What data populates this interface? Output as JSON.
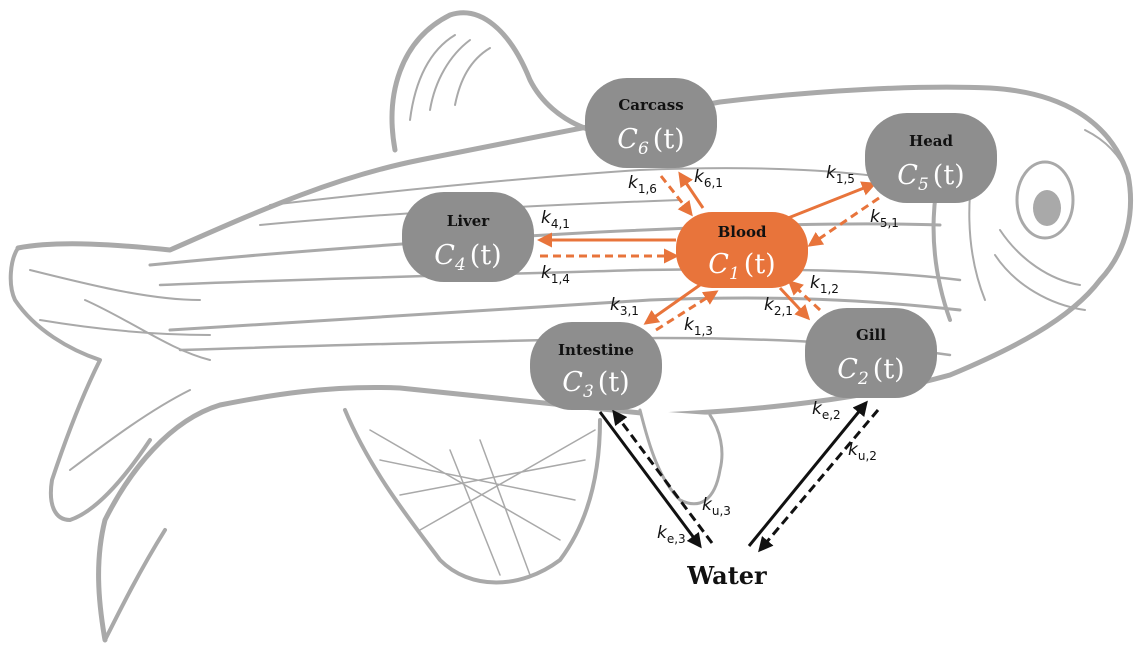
{
  "colors": {
    "compartment": "#8e8e8e",
    "blood": "#e8743b",
    "orange_arrow": "#e8743b",
    "water_arrow": "#111111",
    "fish_outline": "#a9a9a9"
  },
  "compartments": {
    "carcass": {
      "title": "Carcass",
      "symbol": "C",
      "index": "6",
      "arg": "(t)"
    },
    "head": {
      "title": "Head",
      "symbol": "C",
      "index": "5",
      "arg": "(t)"
    },
    "liver": {
      "title": "Liver",
      "symbol": "C",
      "index": "4",
      "arg": "(t)"
    },
    "blood": {
      "title": "Blood",
      "symbol": "C",
      "index": "1",
      "arg": "(t)"
    },
    "intestine": {
      "title": "Intestine",
      "symbol": "C",
      "index": "3",
      "arg": "(t)"
    },
    "gill": {
      "title": "Gill",
      "symbol": "C",
      "index": "2",
      "arg": "(t)"
    }
  },
  "rates": {
    "k16": {
      "base": "k",
      "sub": "1,6"
    },
    "k61": {
      "base": "k",
      "sub": "6,1"
    },
    "k15": {
      "base": "k",
      "sub": "1,5"
    },
    "k51": {
      "base": "k",
      "sub": "5,1"
    },
    "k41": {
      "base": "k",
      "sub": "4,1"
    },
    "k14": {
      "base": "k",
      "sub": "1,4"
    },
    "k31": {
      "base": "k",
      "sub": "3,1"
    },
    "k13": {
      "base": "k",
      "sub": "1,3"
    },
    "k21": {
      "base": "k",
      "sub": "2,1"
    },
    "k12": {
      "base": "k",
      "sub": "1,2"
    },
    "ke2": {
      "base": "k",
      "sub": "e,2"
    },
    "ku2": {
      "base": "k",
      "sub": "u,2"
    },
    "ku3": {
      "base": "k",
      "sub": "u,3"
    },
    "ke3": {
      "base": "k",
      "sub": "e,3"
    }
  },
  "water_label": "Water"
}
